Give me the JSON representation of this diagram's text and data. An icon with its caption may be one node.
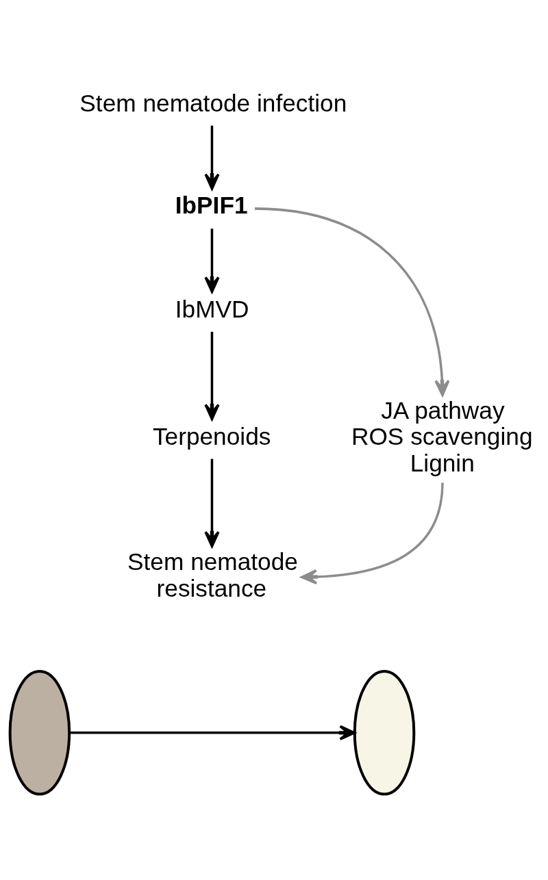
{
  "diagram": {
    "nodes": [
      {
        "text": [
          "Stem nematode infection"
        ]
      },
      {
        "text": [
          "IbPIF1"
        ]
      },
      {
        "text": [
          "IbMVD"
        ]
      },
      {
        "text": [
          "JA pathway",
          "ROS scavenging",
          "Lignin"
        ]
      },
      {
        "text": [
          "Terpenoids"
        ]
      },
      {
        "text": [
          "Stem nematode resistance"
        ]
      },
      {
        "text": [],
        "shape": "ellipse"
      },
      {
        "text": [],
        "shape": "ellipse"
      }
    ],
    "edges": [
      {
        "from": 0,
        "to": 1,
        "arrow": "to"
      },
      {
        "from": 1,
        "to": 2,
        "arrow": "to"
      },
      {
        "from": 1,
        "to": 3,
        "arrow": "to",
        "color": "#8c8c8c"
      },
      {
        "from": 2,
        "to": 4,
        "arrow": "to"
      },
      {
        "from": 4,
        "to": 5,
        "arrow": "to"
      },
      {
        "from": 3,
        "to": 5,
        "arrow": "to",
        "color": "#8c8c8c"
      },
      {
        "from": 6,
        "to": 7,
        "arrow": "to"
      }
    ]
  }
}
